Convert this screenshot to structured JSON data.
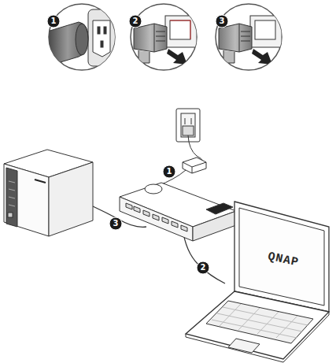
{
  "diagram": {
    "labels": [
      "1",
      "2",
      "3",
      "1",
      "3",
      "2",
      "QNAP"
    ]
  }
}
